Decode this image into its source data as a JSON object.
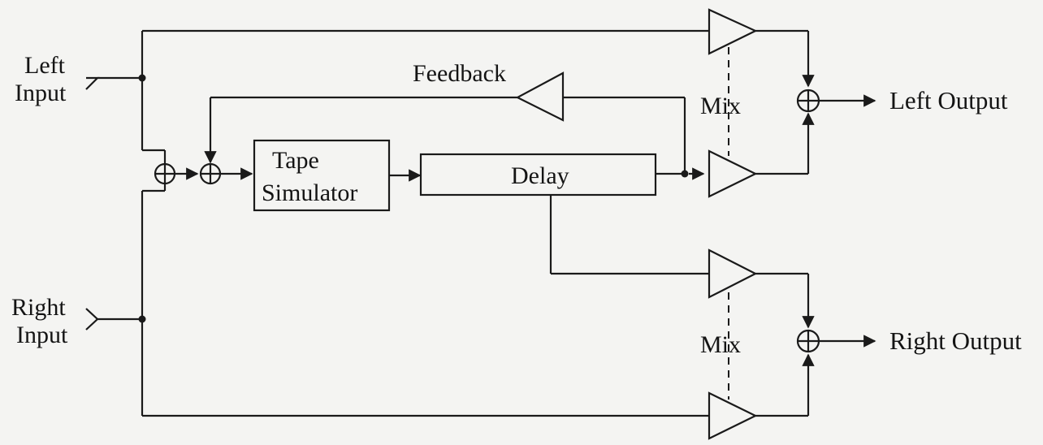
{
  "labels": {
    "left_input_line1": "Left",
    "left_input_line2": "Input",
    "right_input_line1": "Right",
    "right_input_line2": "Input",
    "feedback": "Feedback",
    "tape_line1": "Tape",
    "tape_line2": "Simulator",
    "delay": "Delay",
    "mix_top": "Mix",
    "mix_bottom": "Mix",
    "left_output": "Left Output",
    "right_output": "Right Output"
  },
  "colors": {
    "ink": "#1a1a1a",
    "paper": "#f4f4f2"
  }
}
